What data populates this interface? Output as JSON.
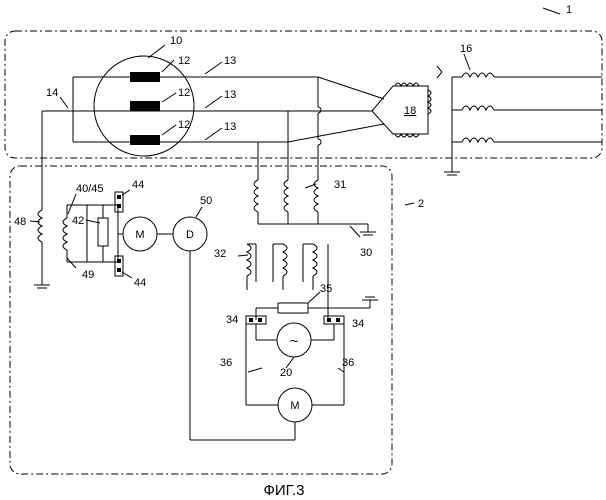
{
  "caption": "ФИГ.3",
  "labels": {
    "l1": "1",
    "l2": "2",
    "l10": "10",
    "l12a": "12",
    "l12b": "12",
    "l12c": "12",
    "l13a": "13",
    "l13b": "13",
    "l13c": "13",
    "l14": "14",
    "l16": "16",
    "l18": "18",
    "l20": "20",
    "l30": "30",
    "l31": "31",
    "l32": "32",
    "l34a": "34",
    "l34b": "34",
    "l35": "35",
    "l36a": "36",
    "l36b": "36",
    "l40": "40/45",
    "l42": "42",
    "l44a": "44",
    "l44b": "44",
    "l48": "48",
    "l49": "49",
    "l50": "50"
  },
  "symbols": {
    "motor_small": "M",
    "motor_big": "M",
    "damper": "D",
    "ac_source": "~"
  }
}
